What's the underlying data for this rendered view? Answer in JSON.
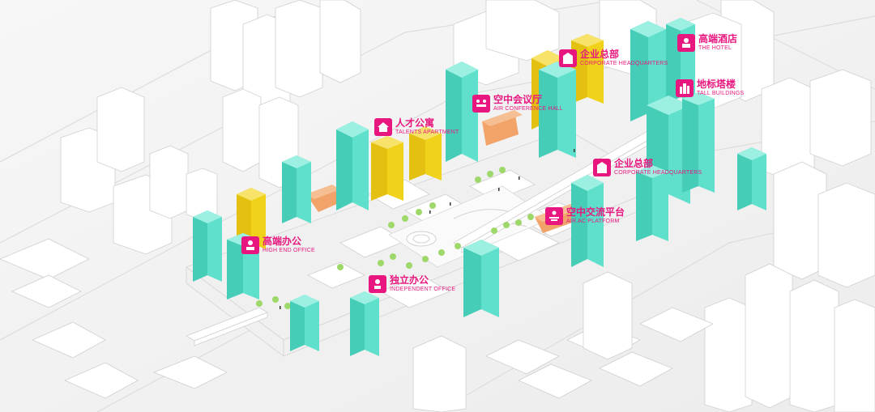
{
  "labels": [
    {
      "id": "hotel",
      "cn": "高端酒店",
      "en": "THE HOTEL",
      "icon": "hotel-icon"
    },
    {
      "id": "hq-top",
      "cn": "企业总部",
      "en": "CORPORATE HEADQUARTERS",
      "icon": "headquarters-icon"
    },
    {
      "id": "tall",
      "cn": "地标塔楼",
      "en": "TALL BUILDINGS",
      "icon": "tower-icon"
    },
    {
      "id": "conference",
      "cn": "空中会议厅",
      "en": "AIR CONFERENCE HALL",
      "icon": "conference-icon"
    },
    {
      "id": "talents",
      "cn": "人才公寓",
      "en": "TALENTS APARTMENT",
      "icon": "apartment-icon"
    },
    {
      "id": "hq-mid",
      "cn": "企业总部",
      "en": "CORPORATE HEADQUARTERS",
      "icon": "headquarters-icon"
    },
    {
      "id": "ac-platform",
      "cn": "空中交流平台",
      "en": "AIR AC PLATFORM",
      "icon": "platform-icon"
    },
    {
      "id": "high-end",
      "cn": "高端办公",
      "en": "HIGH END OFFICE",
      "icon": "office-icon"
    },
    {
      "id": "independent",
      "cn": "独立办公",
      "en": "INDEPENDENT OFFICE",
      "icon": "independent-office-icon"
    }
  ],
  "colors": {
    "accent": "#e8177f",
    "office_tower": "#5ee0cc",
    "apartment_tower": "#f0d21a",
    "hall": "#f2a36a",
    "context_building": "#ffffff",
    "tree": "#9fd86a"
  }
}
